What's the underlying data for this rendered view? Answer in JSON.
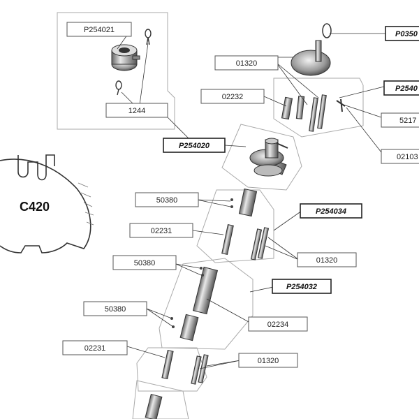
{
  "profile": {
    "name": "C420"
  },
  "labels": {
    "p254021": "P254021",
    "l1244": "1244",
    "p254020": "P254020",
    "p0350": "P0350",
    "p2540": "P2540",
    "l01320_top": "01320",
    "l02232": "02232",
    "l5217": "5217",
    "l02103": "02103",
    "l50380_a": "50380",
    "l02231_a": "02231",
    "p254034": "P254034",
    "l01320_mid": "01320",
    "l50380_b": "50380",
    "p254032": "P254032",
    "l50380_c": "50380",
    "l02234": "02234",
    "l02231_b": "02231",
    "l01320_bot": "01320"
  }
}
